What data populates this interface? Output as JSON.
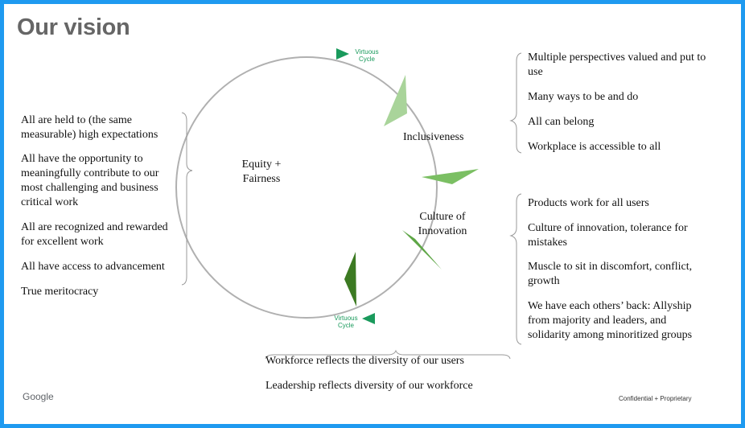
{
  "title": "Our vision",
  "cycle": {
    "virtuous_top": [
      "Virtuous",
      "Cycle"
    ],
    "virtuous_bottom": [
      "Virtuous",
      "Cycle"
    ],
    "equity": [
      "Equity +",
      "Fairness"
    ],
    "inclusiveness": "Inclusiveness",
    "culture": [
      "Culture of",
      "Innovation"
    ]
  },
  "left_list": [
    [
      "All are held to (the same",
      "measurable) high expectations"
    ],
    [
      "All have the opportunity to",
      "meaningfully contribute to our",
      "most challenging and business",
      "critical work"
    ],
    [
      "All are recognized and rewarded",
      "for excellent work"
    ],
    [
      "All have access to advancement"
    ],
    [
      "True meritocracy"
    ]
  ],
  "right_top_list": [
    [
      "Multiple perspectives valued and put to",
      "use"
    ],
    [
      "Many ways to be and do"
    ],
    [
      "All can belong"
    ],
    [
      "Workplace is accessible to all"
    ]
  ],
  "right_bottom_list": [
    [
      "Products work for all users"
    ],
    [
      "Culture of innovation, tolerance for",
      "mistakes"
    ],
    [
      "Muscle to sit in discomfort, conflict,",
      "growth"
    ],
    [
      "We have each others’ back: Allyship",
      "from majority and leaders, and",
      "solidarity among minoritized groups"
    ]
  ],
  "bottom_list": [
    [
      "Workforce reflects the diversity of our users"
    ],
    [
      "Leadership reflects diversity of our workforce"
    ]
  ],
  "footer": {
    "logo": "Google",
    "confidential": "Confidential + Proprietary"
  },
  "colors": {
    "frame": "#1e9af0",
    "title": "#666666",
    "arrow": "#1a9a5c",
    "leaf_light": "#a9d49a",
    "leaf_mid": "#7bbf63",
    "leaf_dark": "#5ea646",
    "leaf_darkest": "#3c7a22"
  }
}
